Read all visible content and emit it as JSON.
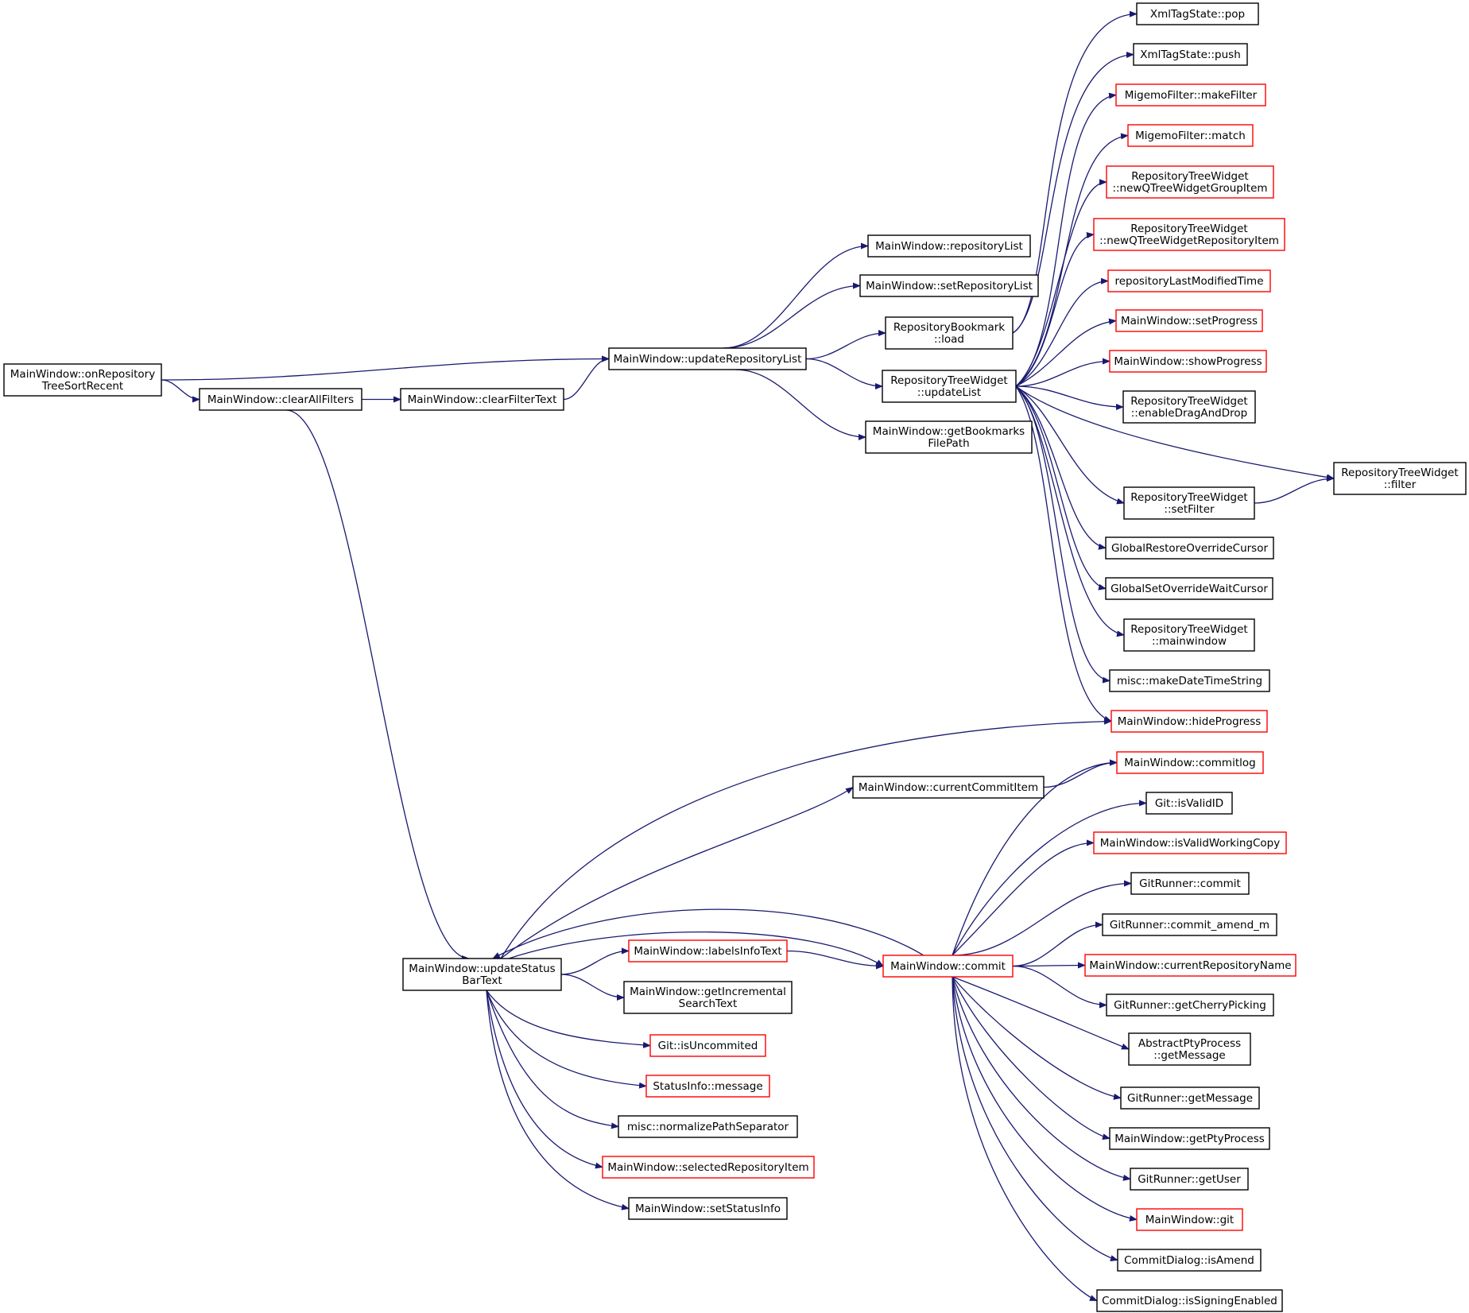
{
  "colors": {
    "edge": "#191970",
    "normal_border": "#000000",
    "truncated_border": "#ff0000",
    "root_fill": "#bfbfbf",
    "node_fill": "#ffffff"
  },
  "nodes": [
    {
      "id": "root",
      "lines": [
        "MainWindow::onRepository",
        "TreeSortRecent"
      ],
      "style": "root"
    },
    {
      "id": "clearAllFilters",
      "lines": [
        "MainWindow::clearAllFilters"
      ],
      "style": "normal"
    },
    {
      "id": "clearFilterText",
      "lines": [
        "MainWindow::clearFilterText"
      ],
      "style": "normal"
    },
    {
      "id": "updateRepositoryList",
      "lines": [
        "MainWindow::updateRepositoryList"
      ],
      "style": "normal"
    },
    {
      "id": "repositoryList",
      "lines": [
        "MainWindow::repositoryList"
      ],
      "style": "normal"
    },
    {
      "id": "setRepositoryList",
      "lines": [
        "MainWindow::setRepositoryList"
      ],
      "style": "normal"
    },
    {
      "id": "bookmarkLoad",
      "lines": [
        "RepositoryBookmark",
        "::load"
      ],
      "style": "normal"
    },
    {
      "id": "rtwUpdateList",
      "lines": [
        "RepositoryTreeWidget",
        "::updateList"
      ],
      "style": "normal"
    },
    {
      "id": "getBookmarksFilePath",
      "lines": [
        "MainWindow::getBookmarks",
        "FilePath"
      ],
      "style": "normal"
    },
    {
      "id": "xmlPop",
      "lines": [
        "XmlTagState::pop"
      ],
      "style": "normal"
    },
    {
      "id": "xmlPush",
      "lines": [
        "XmlTagState::push"
      ],
      "style": "normal"
    },
    {
      "id": "migemoMakeFilter",
      "lines": [
        "MigemoFilter::makeFilter"
      ],
      "style": "truncated"
    },
    {
      "id": "migemoMatch",
      "lines": [
        "MigemoFilter::match"
      ],
      "style": "truncated"
    },
    {
      "id": "newGroupItem",
      "lines": [
        "RepositoryTreeWidget",
        "::newQTreeWidgetGroupItem"
      ],
      "style": "truncated"
    },
    {
      "id": "newRepoItem",
      "lines": [
        "RepositoryTreeWidget",
        "::newQTreeWidgetRepositoryItem"
      ],
      "style": "truncated"
    },
    {
      "id": "repoLastModified",
      "lines": [
        "repositoryLastModifiedTime"
      ],
      "style": "truncated"
    },
    {
      "id": "setProgress",
      "lines": [
        "MainWindow::setProgress"
      ],
      "style": "truncated"
    },
    {
      "id": "showProgress",
      "lines": [
        "MainWindow::showProgress"
      ],
      "style": "truncated"
    },
    {
      "id": "enableDragAndDrop",
      "lines": [
        "RepositoryTreeWidget",
        "::enableDragAndDrop"
      ],
      "style": "normal"
    },
    {
      "id": "rtwFilter",
      "lines": [
        "RepositoryTreeWidget",
        "::filter"
      ],
      "style": "normal"
    },
    {
      "id": "rtwSetFilter",
      "lines": [
        "RepositoryTreeWidget",
        "::setFilter"
      ],
      "style": "normal"
    },
    {
      "id": "globalRestore",
      "lines": [
        "GlobalRestoreOverrideCursor"
      ],
      "style": "normal"
    },
    {
      "id": "globalSetWait",
      "lines": [
        "GlobalSetOverrideWaitCursor"
      ],
      "style": "normal"
    },
    {
      "id": "rtwMainwindow",
      "lines": [
        "RepositoryTreeWidget",
        "::mainwindow"
      ],
      "style": "normal"
    },
    {
      "id": "makeDateTimeString",
      "lines": [
        "misc::makeDateTimeString"
      ],
      "style": "normal"
    },
    {
      "id": "hideProgress",
      "lines": [
        "MainWindow::hideProgress"
      ],
      "style": "truncated"
    },
    {
      "id": "commitlog",
      "lines": [
        "MainWindow::commitlog"
      ],
      "style": "truncated"
    },
    {
      "id": "currentCommitItem",
      "lines": [
        "MainWindow::currentCommitItem"
      ],
      "style": "normal"
    },
    {
      "id": "isValidID",
      "lines": [
        "Git::isValidID"
      ],
      "style": "normal"
    },
    {
      "id": "isValidWorkingCopy",
      "lines": [
        "MainWindow::isValidWorkingCopy"
      ],
      "style": "truncated"
    },
    {
      "id": "gitRunnerCommit",
      "lines": [
        "GitRunner::commit"
      ],
      "style": "normal"
    },
    {
      "id": "commitAmendM",
      "lines": [
        "GitRunner::commit_amend_m"
      ],
      "style": "normal"
    },
    {
      "id": "labelsInfoText",
      "lines": [
        "MainWindow::labelsInfoText"
      ],
      "style": "truncated"
    },
    {
      "id": "mwCommit",
      "lines": [
        "MainWindow::commit"
      ],
      "style": "truncated"
    },
    {
      "id": "currentRepositoryName",
      "lines": [
        "MainWindow::currentRepositoryName"
      ],
      "style": "truncated"
    },
    {
      "id": "updateStatusBarText",
      "lines": [
        "MainWindow::updateStatus",
        "BarText"
      ],
      "style": "normal"
    },
    {
      "id": "getIncrementalSearchText",
      "lines": [
        "MainWindow::getIncremental",
        "SearchText"
      ],
      "style": "normal"
    },
    {
      "id": "getCherryPicking",
      "lines": [
        "GitRunner::getCherryPicking"
      ],
      "style": "normal"
    },
    {
      "id": "isUncommited",
      "lines": [
        "Git::isUncommited"
      ],
      "style": "truncated"
    },
    {
      "id": "ptyGetMessage",
      "lines": [
        "AbstractPtyProcess",
        "::getMessage"
      ],
      "style": "normal"
    },
    {
      "id": "statusInfoMessage",
      "lines": [
        "StatusInfo::message"
      ],
      "style": "truncated"
    },
    {
      "id": "gitRunnerGetMessage",
      "lines": [
        "GitRunner::getMessage"
      ],
      "style": "normal"
    },
    {
      "id": "normalizePathSeparator",
      "lines": [
        "misc::normalizePathSeparator"
      ],
      "style": "normal"
    },
    {
      "id": "getPtyProcess",
      "lines": [
        "MainWindow::getPtyProcess"
      ],
      "style": "normal"
    },
    {
      "id": "selectedRepositoryItem",
      "lines": [
        "MainWindow::selectedRepositoryItem"
      ],
      "style": "truncated"
    },
    {
      "id": "getUser",
      "lines": [
        "GitRunner::getUser"
      ],
      "style": "normal"
    },
    {
      "id": "setStatusInfo",
      "lines": [
        "MainWindow::setStatusInfo"
      ],
      "style": "normal"
    },
    {
      "id": "mwGit",
      "lines": [
        "MainWindow::git"
      ],
      "style": "truncated"
    },
    {
      "id": "isAmend",
      "lines": [
        "CommitDialog::isAmend"
      ],
      "style": "normal"
    },
    {
      "id": "isSigningEnabled",
      "lines": [
        "CommitDialog::isSigningEnabled"
      ],
      "style": "normal"
    }
  ],
  "edges": [
    [
      "root",
      "updateRepositoryList"
    ],
    [
      "root",
      "clearAllFilters"
    ],
    [
      "clearAllFilters",
      "clearFilterText"
    ],
    [
      "clearAllFilters",
      "updateStatusBarText"
    ],
    [
      "clearFilterText",
      "updateRepositoryList"
    ],
    [
      "updateRepositoryList",
      "repositoryList"
    ],
    [
      "updateRepositoryList",
      "setRepositoryList"
    ],
    [
      "updateRepositoryList",
      "bookmarkLoad"
    ],
    [
      "updateRepositoryList",
      "rtwUpdateList"
    ],
    [
      "updateRepositoryList",
      "getBookmarksFilePath"
    ],
    [
      "bookmarkLoad",
      "xmlPop"
    ],
    [
      "bookmarkLoad",
      "xmlPush"
    ],
    [
      "rtwUpdateList",
      "migemoMakeFilter"
    ],
    [
      "rtwUpdateList",
      "migemoMatch"
    ],
    [
      "rtwUpdateList",
      "newGroupItem"
    ],
    [
      "rtwUpdateList",
      "newRepoItem"
    ],
    [
      "rtwUpdateList",
      "repoLastModified"
    ],
    [
      "rtwUpdateList",
      "setProgress"
    ],
    [
      "rtwUpdateList",
      "showProgress"
    ],
    [
      "rtwUpdateList",
      "enableDragAndDrop"
    ],
    [
      "rtwUpdateList",
      "rtwFilter"
    ],
    [
      "rtwUpdateList",
      "rtwSetFilter"
    ],
    [
      "rtwUpdateList",
      "globalRestore"
    ],
    [
      "rtwUpdateList",
      "globalSetWait"
    ],
    [
      "rtwUpdateList",
      "rtwMainwindow"
    ],
    [
      "rtwUpdateList",
      "makeDateTimeString"
    ],
    [
      "rtwUpdateList",
      "hideProgress"
    ],
    [
      "rtwSetFilter",
      "rtwFilter"
    ],
    [
      "updateStatusBarText",
      "hideProgress"
    ],
    [
      "updateStatusBarText",
      "currentCommitItem"
    ],
    [
      "updateStatusBarText",
      "labelsInfoText"
    ],
    [
      "updateStatusBarText",
      "mwCommit"
    ],
    [
      "updateStatusBarText",
      "getIncrementalSearchText"
    ],
    [
      "updateStatusBarText",
      "isUncommited"
    ],
    [
      "updateStatusBarText",
      "statusInfoMessage"
    ],
    [
      "updateStatusBarText",
      "normalizePathSeparator"
    ],
    [
      "updateStatusBarText",
      "selectedRepositoryItem"
    ],
    [
      "updateStatusBarText",
      "setStatusInfo"
    ],
    [
      "currentCommitItem",
      "commitlog"
    ],
    [
      "labelsInfoText",
      "mwCommit"
    ],
    [
      "mwCommit",
      "updateStatusBarText"
    ],
    [
      "mwCommit",
      "commitlog"
    ],
    [
      "mwCommit",
      "isValidID"
    ],
    [
      "mwCommit",
      "isValidWorkingCopy"
    ],
    [
      "mwCommit",
      "gitRunnerCommit"
    ],
    [
      "mwCommit",
      "commitAmendM"
    ],
    [
      "mwCommit",
      "currentRepositoryName"
    ],
    [
      "mwCommit",
      "getCherryPicking"
    ],
    [
      "mwCommit",
      "ptyGetMessage"
    ],
    [
      "mwCommit",
      "gitRunnerGetMessage"
    ],
    [
      "mwCommit",
      "getPtyProcess"
    ],
    [
      "mwCommit",
      "getUser"
    ],
    [
      "mwCommit",
      "mwGit"
    ],
    [
      "mwCommit",
      "isAmend"
    ],
    [
      "mwCommit",
      "isSigningEnabled"
    ]
  ]
}
